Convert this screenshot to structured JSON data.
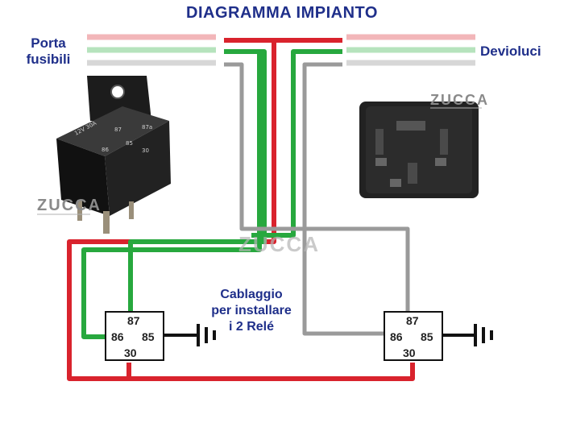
{
  "title": "DIAGRAMMA IMPIANTO",
  "left_label": [
    "Porta",
    "fusibili"
  ],
  "right_label": "Devioluci",
  "caption": [
    "Cablaggio",
    "per installare",
    "i 2 Relé"
  ],
  "relay_left": {
    "pins": [
      "87",
      "86",
      "85",
      "30"
    ]
  },
  "relay_right": {
    "pins": [
      "87",
      "86",
      "85",
      "30"
    ]
  },
  "relay_photo_text": {
    "model": "12V 30A",
    "pins": [
      "87",
      "87a",
      "86",
      "85",
      "30"
    ]
  },
  "watermark": "ZUCCA",
  "colors": {
    "title": "#1f2f8a",
    "wire_red": "#d9232d",
    "wire_green": "#27a83e",
    "wire_gray": "#9a9a9a"
  }
}
